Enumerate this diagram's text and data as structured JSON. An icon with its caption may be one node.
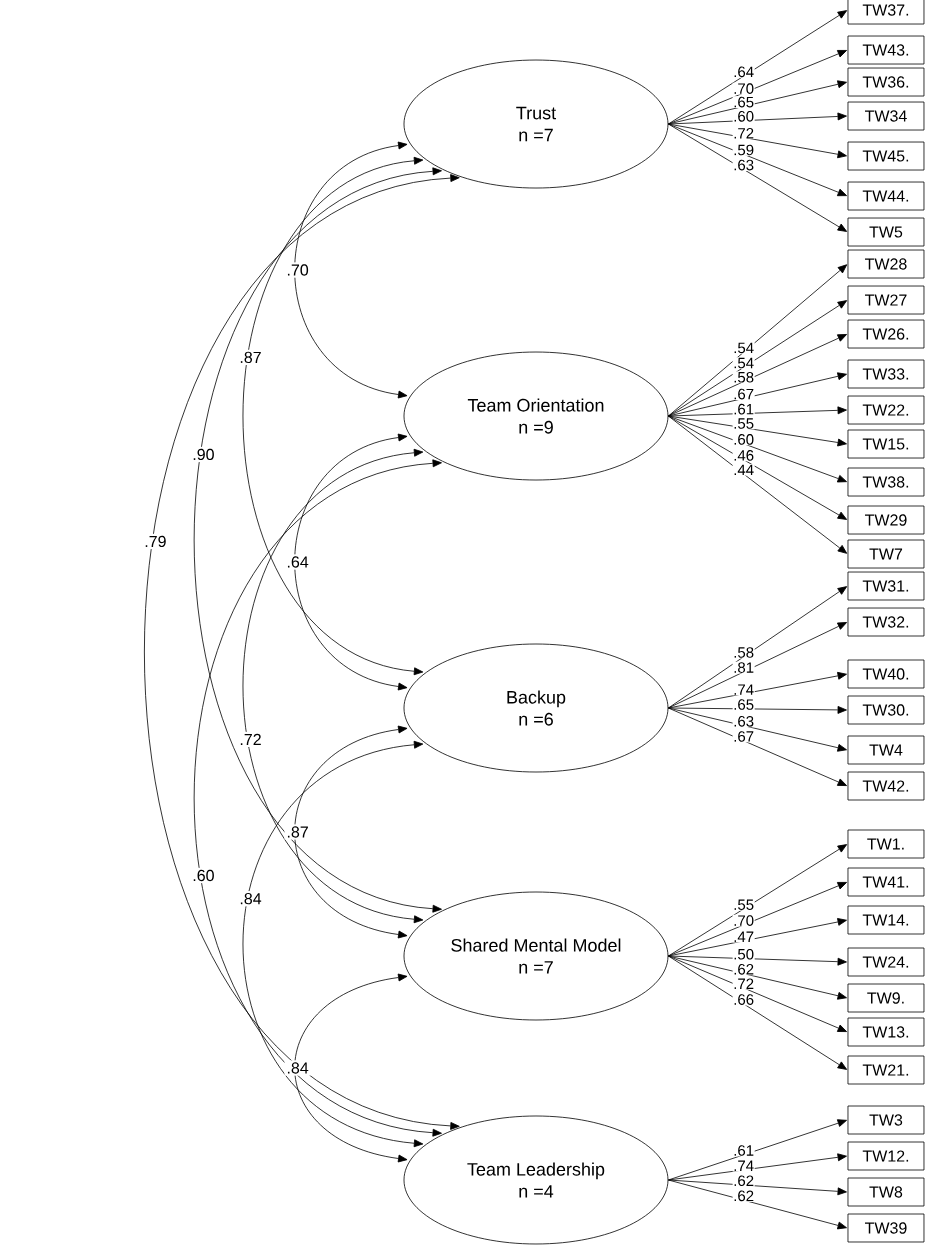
{
  "diagram": {
    "nodes": [
      {
        "text": [
          "Trust",
          "n =7"
        ]
      },
      {
        "text": [
          "Team Orientation",
          "n =9"
        ]
      },
      {
        "text": [
          "Backup",
          "n =6"
        ]
      },
      {
        "text": [
          "Shared Mental Model",
          "n =7"
        ]
      },
      {
        "text": [
          "Team Leadership",
          "n =4"
        ]
      },
      {
        "text": [
          "TW37."
        ]
      },
      {
        "text": [
          "TW43."
        ]
      },
      {
        "text": [
          "TW36."
        ]
      },
      {
        "text": [
          "TW34"
        ]
      },
      {
        "text": [
          "TW45."
        ]
      },
      {
        "text": [
          "TW44."
        ]
      },
      {
        "text": [
          "TW5"
        ]
      },
      {
        "text": [
          "TW28"
        ]
      },
      {
        "text": [
          "TW27"
        ]
      },
      {
        "text": [
          "TW26."
        ]
      },
      {
        "text": [
          "TW33."
        ]
      },
      {
        "text": [
          "TW22."
        ]
      },
      {
        "text": [
          "TW15."
        ]
      },
      {
        "text": [
          "TW38."
        ]
      },
      {
        "text": [
          "TW29"
        ]
      },
      {
        "text": [
          "TW7"
        ]
      },
      {
        "text": [
          "TW31."
        ]
      },
      {
        "text": [
          "TW32."
        ]
      },
      {
        "text": [
          "TW40."
        ]
      },
      {
        "text": [
          "TW30."
        ]
      },
      {
        "text": [
          "TW4"
        ]
      },
      {
        "text": [
          "TW42."
        ]
      },
      {
        "text": [
          "TW1."
        ]
      },
      {
        "text": [
          "TW41."
        ]
      },
      {
        "text": [
          "TW14."
        ]
      },
      {
        "text": [
          "TW24."
        ]
      },
      {
        "text": [
          "TW9."
        ]
      },
      {
        "text": [
          "TW13."
        ]
      },
      {
        "text": [
          "TW21."
        ]
      },
      {
        "text": [
          "TW3"
        ]
      },
      {
        "text": [
          "TW12."
        ]
      },
      {
        "text": [
          "TW8"
        ]
      },
      {
        "text": [
          "TW39"
        ]
      }
    ],
    "edges": [
      {
        "from": 0,
        "to": 5,
        "arrow": "to",
        "label": ".64"
      },
      {
        "from": 0,
        "to": 6,
        "arrow": "to",
        "label": ".70"
      },
      {
        "from": 0,
        "to": 7,
        "arrow": "to",
        "label": ".65"
      },
      {
        "from": 0,
        "to": 8,
        "arrow": "to",
        "label": ".60"
      },
      {
        "from": 0,
        "to": 9,
        "arrow": "to",
        "label": ".72"
      },
      {
        "from": 0,
        "to": 10,
        "arrow": "to",
        "label": ".59"
      },
      {
        "from": 0,
        "to": 11,
        "arrow": "to",
        "label": ".63"
      },
      {
        "from": 1,
        "to": 12,
        "arrow": "to",
        "label": ".54"
      },
      {
        "from": 1,
        "to": 13,
        "arrow": "to",
        "label": ".54"
      },
      {
        "from": 1,
        "to": 14,
        "arrow": "to",
        "label": ".58"
      },
      {
        "from": 1,
        "to": 15,
        "arrow": "to",
        "label": ".67"
      },
      {
        "from": 1,
        "to": 16,
        "arrow": "to",
        "label": ".61"
      },
      {
        "from": 1,
        "to": 17,
        "arrow": "to",
        "label": ".55"
      },
      {
        "from": 1,
        "to": 18,
        "arrow": "to",
        "label": ".60"
      },
      {
        "from": 1,
        "to": 19,
        "arrow": "to",
        "label": ".46"
      },
      {
        "from": 1,
        "to": 20,
        "arrow": "to",
        "label": ".44"
      },
      {
        "from": 2,
        "to": 21,
        "arrow": "to",
        "label": ".58"
      },
      {
        "from": 2,
        "to": 22,
        "arrow": "to",
        "label": ".81"
      },
      {
        "from": 2,
        "to": 23,
        "arrow": "to",
        "label": ".74"
      },
      {
        "from": 2,
        "to": 24,
        "arrow": "to",
        "label": ".65"
      },
      {
        "from": 2,
        "to": 25,
        "arrow": "to",
        "label": ".63"
      },
      {
        "from": 2,
        "to": 26,
        "arrow": "to",
        "label": ".67"
      },
      {
        "from": 3,
        "to": 27,
        "arrow": "to",
        "label": ".55"
      },
      {
        "from": 3,
        "to": 28,
        "arrow": "to",
        "label": ".70"
      },
      {
        "from": 3,
        "to": 29,
        "arrow": "to",
        "label": ".47"
      },
      {
        "from": 3,
        "to": 30,
        "arrow": "to",
        "label": ".50"
      },
      {
        "from": 3,
        "to": 31,
        "arrow": "to",
        "label": ".62"
      },
      {
        "from": 3,
        "to": 32,
        "arrow": "to",
        "label": ".72"
      },
      {
        "from": 3,
        "to": 33,
        "arrow": "to",
        "label": ".66"
      },
      {
        "from": 4,
        "to": 34,
        "arrow": "to",
        "label": ".61"
      },
      {
        "from": 4,
        "to": 35,
        "arrow": "to",
        "label": ".74"
      },
      {
        "from": 4,
        "to": 36,
        "arrow": "to",
        "label": ".62"
      },
      {
        "from": 4,
        "to": 37,
        "arrow": "to",
        "label": ".62"
      },
      {
        "from": 0,
        "to": 1,
        "arrow": "both",
        "label": ".70"
      },
      {
        "from": 0,
        "to": 2,
        "arrow": "both",
        "label": ".87"
      },
      {
        "from": 0,
        "to": 3,
        "arrow": "both",
        "label": ".90"
      },
      {
        "from": 0,
        "to": 4,
        "arrow": "both",
        "label": ".79"
      },
      {
        "from": 1,
        "to": 2,
        "arrow": "both",
        "label": ".64"
      },
      {
        "from": 1,
        "to": 3,
        "arrow": "both",
        "label": ".72"
      },
      {
        "from": 1,
        "to": 4,
        "arrow": "both",
        "label": ".60"
      },
      {
        "from": 2,
        "to": 3,
        "arrow": "both",
        "label": ".87"
      },
      {
        "from": 2,
        "to": 4,
        "arrow": "both",
        "label": ".84"
      },
      {
        "from": 3,
        "to": 4,
        "arrow": "both",
        "label": ".84"
      }
    ]
  }
}
